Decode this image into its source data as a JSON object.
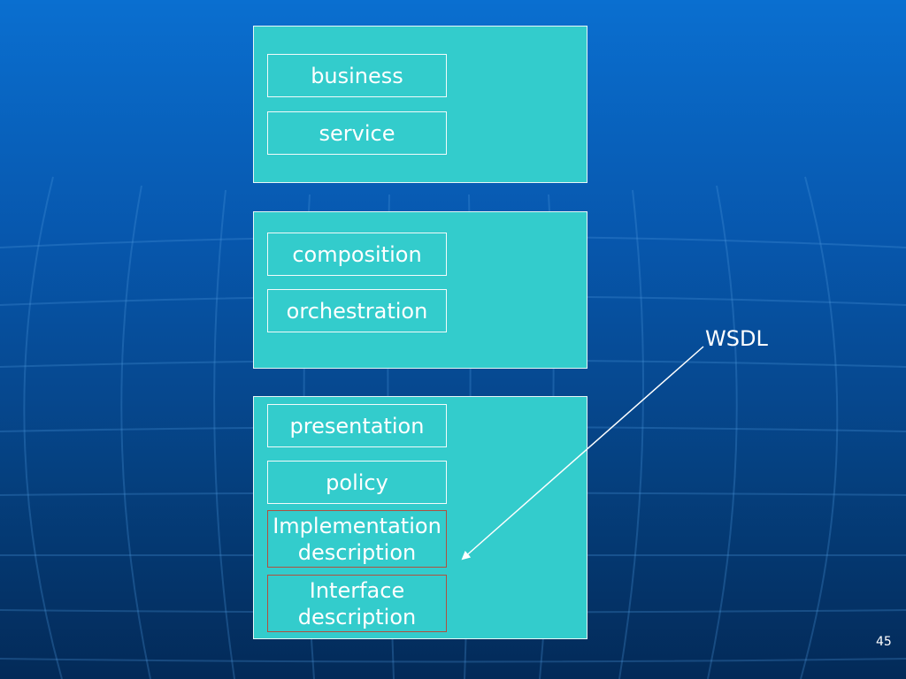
{
  "slide": {
    "groups": [
      {
        "boxes": [
          "business",
          "service"
        ]
      },
      {
        "boxes": [
          "composition",
          "orchestration"
        ]
      },
      {
        "boxes": [
          "presentation",
          "policy",
          "Implementation\ndescription",
          "Interface\ndescription"
        ]
      }
    ],
    "callout": {
      "label": "WSDL",
      "color": "#ffffff"
    },
    "page_number": "45",
    "colors": {
      "group_fill": "#33cccc",
      "highlight_border": "#b0503e",
      "background_top": "#0a6fd0",
      "background_bottom": "#032a58"
    }
  }
}
